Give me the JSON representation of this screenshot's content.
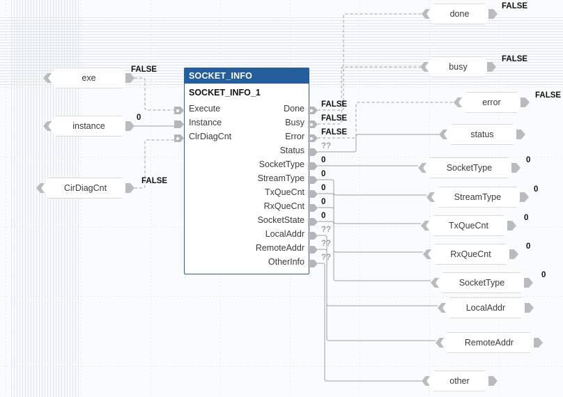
{
  "canvas": {
    "grid": true,
    "background": "#fafbfc",
    "grid_color": "#e3eaf0",
    "accent": "#255e9c"
  },
  "block": {
    "type_name": "SOCKET_INFO",
    "instance_name": "SOCKET_INFO_1",
    "inputs": [
      {
        "name": "Execute",
        "kind": "bool"
      },
      {
        "name": "Instance",
        "kind": "value"
      },
      {
        "name": "ClrDiagCnt",
        "kind": "bool"
      }
    ],
    "outputs": [
      {
        "name": "Done",
        "kind": "bool",
        "value": "FALSE"
      },
      {
        "name": "Busy",
        "kind": "bool",
        "value": "FALSE"
      },
      {
        "name": "Error",
        "kind": "bool",
        "value": "FALSE"
      },
      {
        "name": "Status",
        "kind": "value",
        "value": "??"
      },
      {
        "name": "SocketType",
        "kind": "value",
        "value": "0"
      },
      {
        "name": "StreamType",
        "kind": "value",
        "value": "0"
      },
      {
        "name": "TxQueCnt",
        "kind": "value",
        "value": "0"
      },
      {
        "name": "RxQueCnt",
        "kind": "value",
        "value": "0"
      },
      {
        "name": "SocketState",
        "kind": "value",
        "value": "0"
      },
      {
        "name": "LocalAddr",
        "kind": "value",
        "value": "??"
      },
      {
        "name": "RemoteAddr",
        "kind": "value",
        "value": "??"
      },
      {
        "name": "OtherInfo",
        "kind": "value",
        "value": "??"
      }
    ]
  },
  "input_vars": [
    {
      "label": "exe",
      "value": "FALSE"
    },
    {
      "label": "instance",
      "value": "0"
    },
    {
      "label": "CirDiagCnt",
      "value": "FALSE"
    }
  ],
  "output_vars": [
    {
      "label": "done",
      "value": "FALSE"
    },
    {
      "label": "busy",
      "value": "FALSE"
    },
    {
      "label": "error",
      "value": "FALSE"
    },
    {
      "label": "status",
      "value": ""
    },
    {
      "label": "SocketType",
      "value": "0"
    },
    {
      "label": "StreamType",
      "value": "0"
    },
    {
      "label": "TxQueCnt",
      "value": "0"
    },
    {
      "label": "RxQueCnt",
      "value": "0"
    },
    {
      "label": "SocketType",
      "value": "0"
    },
    {
      "label": "LocalAddr",
      "value": ""
    },
    {
      "label": "RemoteAddr",
      "value": ""
    },
    {
      "label": "other",
      "value": ""
    }
  ]
}
